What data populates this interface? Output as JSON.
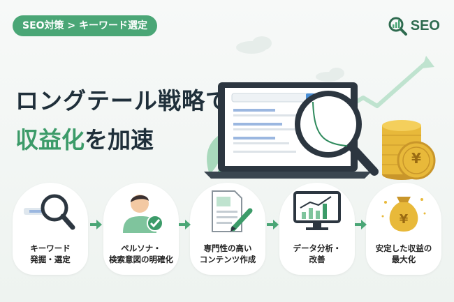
{
  "badge": "SEO対策 > キーワード選定",
  "logo_text": "SEO",
  "headline": {
    "line1": "ロングテール戦略で",
    "line2_accent": "収益化",
    "line2_rest": "を加速"
  },
  "steps": [
    {
      "line1": "キーワード",
      "line2": "発掘・選定",
      "icon": "magnifier-search-icon"
    },
    {
      "line1": "ペルソナ・",
      "line2": "検索意図の明確化",
      "icon": "persona-check-icon"
    },
    {
      "line1": "専門性の高い",
      "line2": "コンテンツ作成",
      "icon": "document-pencil-icon"
    },
    {
      "line1": "データ分析・",
      "line2": "改善",
      "icon": "monitor-chart-icon"
    },
    {
      "line1": "安定した収益の",
      "line2": "最大化",
      "icon": "money-bag-icon"
    }
  ],
  "coin_symbol": "¥",
  "colors": {
    "accent": "#4aa676",
    "accent_dark": "#3c9b69",
    "text": "#1f2f3a",
    "coin": "#e8b93a"
  }
}
